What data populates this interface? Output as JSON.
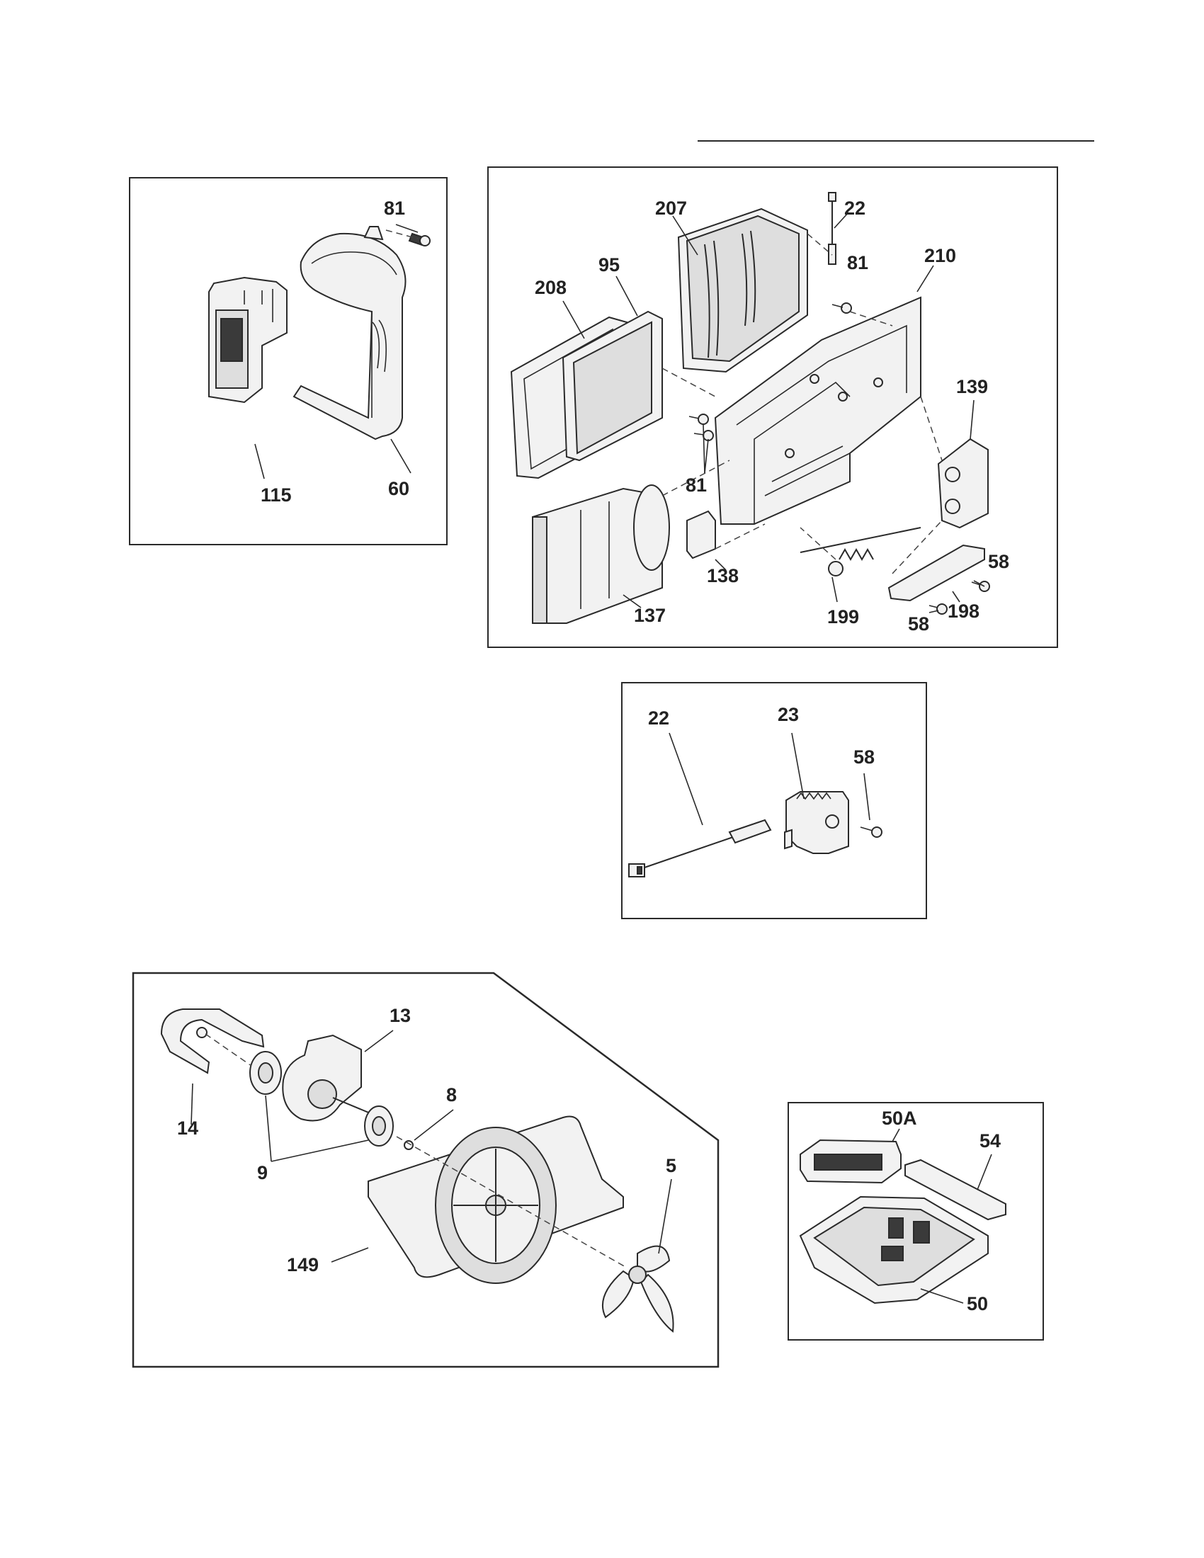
{
  "colors": {
    "line": "#2a2a2a",
    "fill": "#f2f2f2",
    "shade": "#dedede"
  },
  "callouts": {
    "p1_81": "81",
    "p1_115": "115",
    "p1_60": "60",
    "p2_207": "207",
    "p2_22": "22",
    "p2_81a": "81",
    "p2_210": "210",
    "p2_208": "208",
    "p2_95": "95",
    "p2_139": "139",
    "p2_81b": "81",
    "p2_138": "138",
    "p2_137": "137",
    "p2_58a": "58",
    "p2_198": "198",
    "p2_199": "199",
    "p2_58b": "58",
    "p3_22": "22",
    "p3_23": "23",
    "p3_58": "58",
    "p4_13": "13",
    "p4_14": "14",
    "p4_8": "8",
    "p4_9": "9",
    "p4_5": "5",
    "p4_149": "149",
    "p5_50a": "50A",
    "p5_54": "54",
    "p5_50": "50"
  }
}
